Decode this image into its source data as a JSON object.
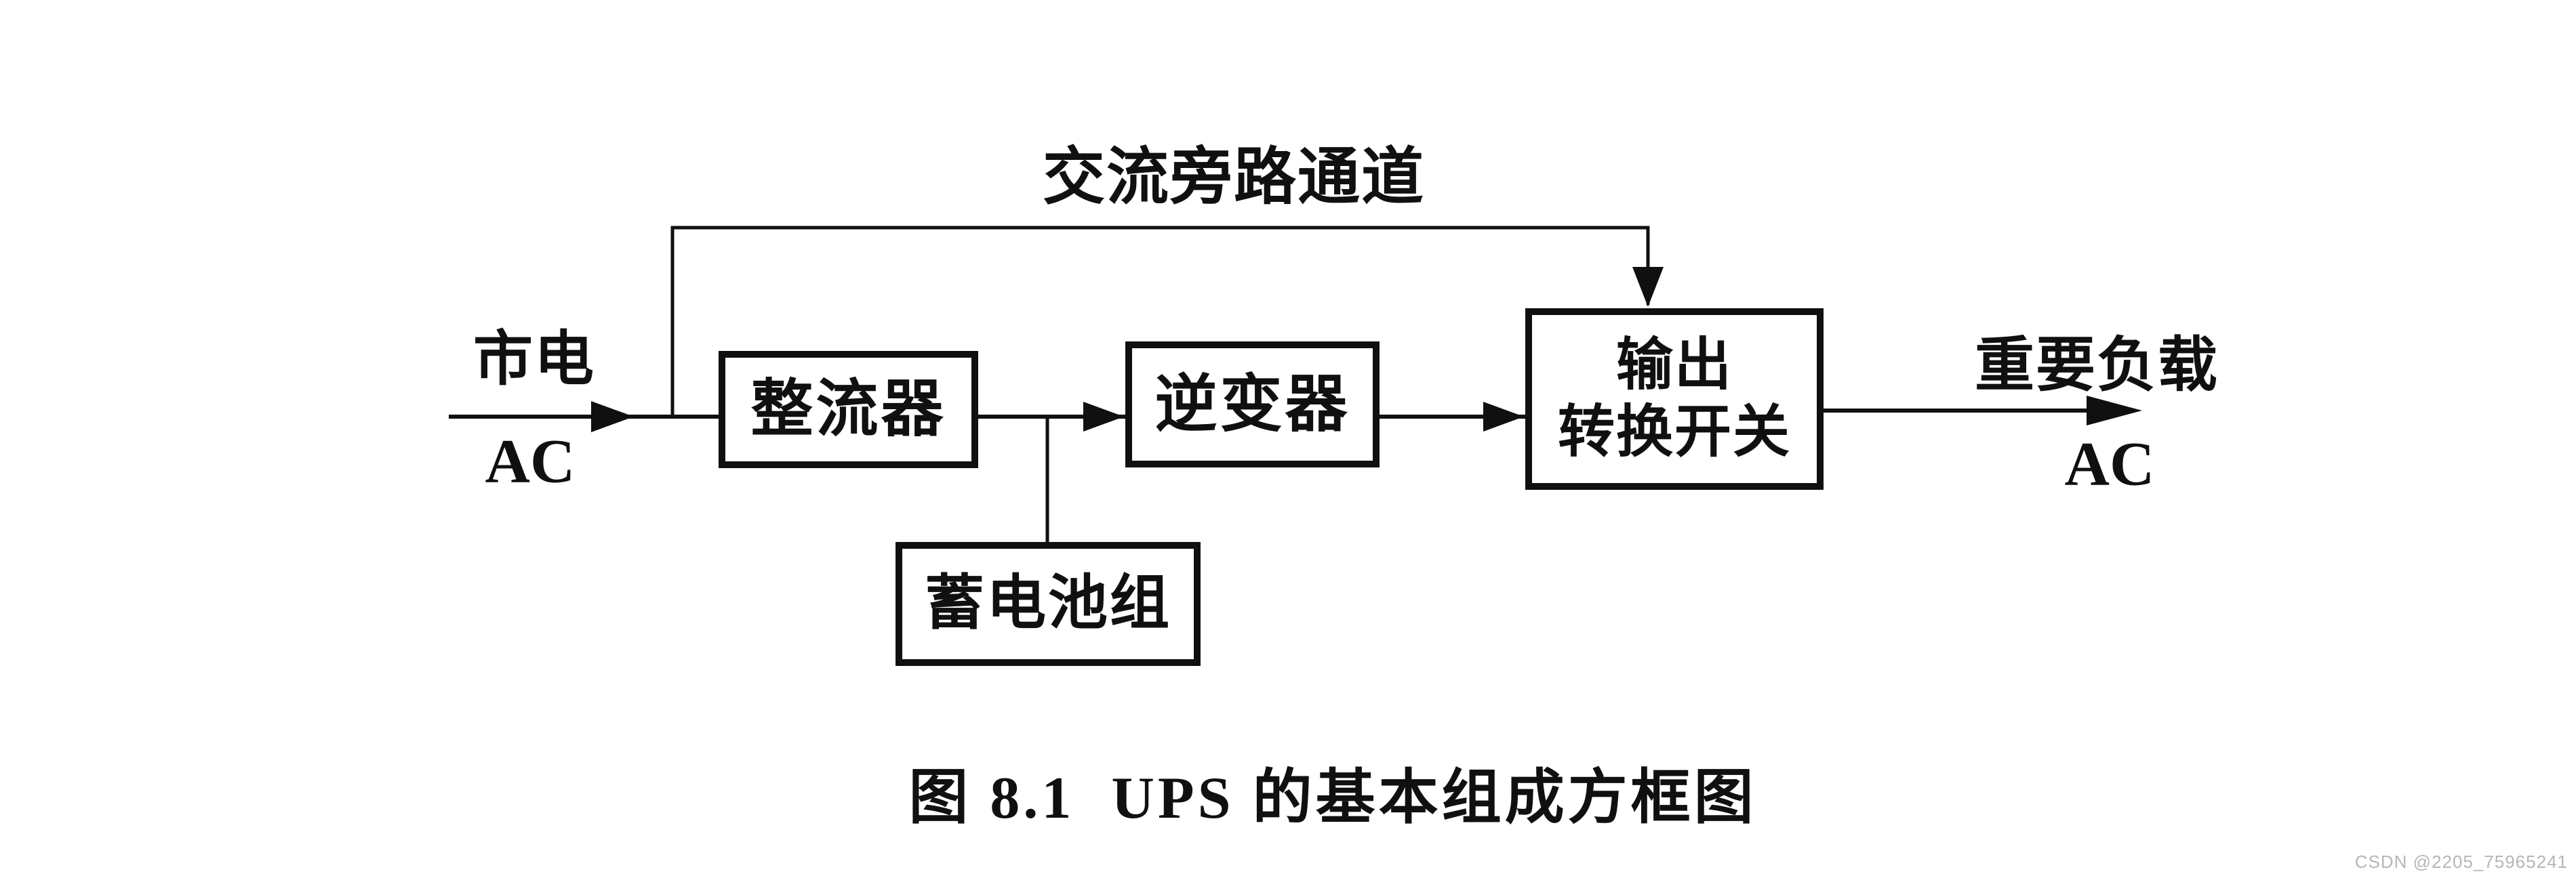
{
  "diagram": {
    "bypass_label": "交流旁路通道",
    "input": {
      "line1": "市电",
      "line2": "AC"
    },
    "blocks": {
      "rectifier": "整流器",
      "inverter": "逆变器",
      "battery": "蓄电池组",
      "switch_line1": "输出",
      "switch_line2": "转换开关"
    },
    "output": {
      "line1": "重要负载",
      "line2": "AC"
    },
    "caption": "图 8.1  UPS 的基本组成方框图",
    "watermark": "CSDN @2205_75965241",
    "colors": {
      "line": "#101010",
      "background": "#ffffff",
      "watermark": "#b6b6b6"
    }
  }
}
